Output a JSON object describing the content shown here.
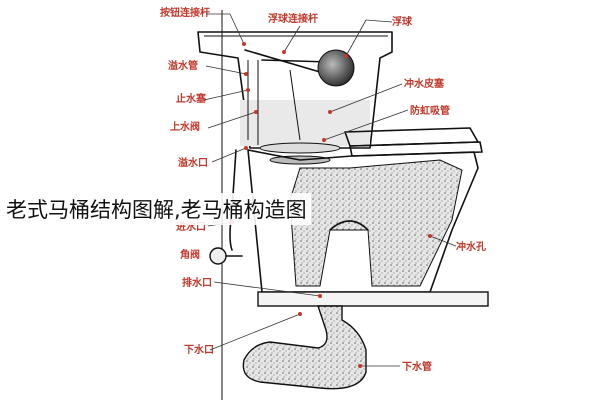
{
  "overlay_title": "老式马桶结构图解,老马桶构造图",
  "labels": {
    "button_lever": "按钮连接杆",
    "float_lever": "浮球连接杆",
    "float_ball": "浮球",
    "overflow_pipe": "溢水管",
    "water_stopper": "止水塞",
    "upper_stopper": "上水阀",
    "ball_valve": "冲水皮塞",
    "anti_siphon": "防虹吸管",
    "overflow_outlet": "溢水口",
    "water_inlet": "进水口",
    "angle_valve": "角阀",
    "jet_hole": "冲水孔",
    "drain_outlet": "排水口",
    "floor_outlet": "下水口",
    "sewer_pipe": "下水管"
  },
  "colors": {
    "label": "#c0392b",
    "ink": "#111111",
    "fill": "#cfcfcf"
  }
}
